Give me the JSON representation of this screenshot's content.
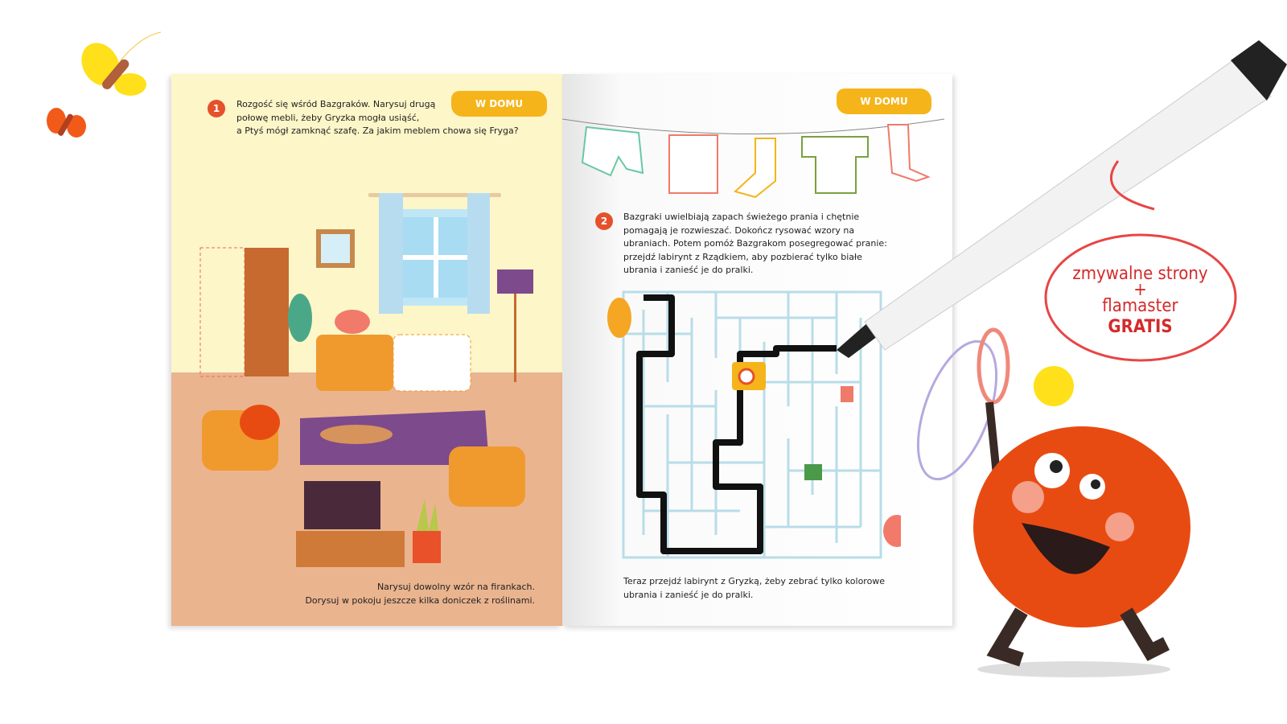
{
  "left_page": {
    "badge": "W DOMU",
    "task_number": "1",
    "task_text_lines": [
      "Rozgość się wśród Bazgraków. Narysuj drugą",
      "połowę mebli, żeby Gryzka mogła usiąść,",
      "a Ptyś mógł zamknąć szafę. Za jakim meblem chowa się Fryga?"
    ],
    "footer_lines": [
      "Narysuj dowolny wzór na firankach.",
      "Dorysuj w pokoju jeszcze kilka doniczek z roślinami."
    ]
  },
  "right_page": {
    "badge": "W DOMU",
    "task_number": "2",
    "task_text_lines": [
      "Bazgraki uwielbiają zapach świeżego prania i chętnie",
      "pomagają je rozwieszać. Dokończ rysować wzory na",
      "ubraniach. Potem pomóż Bazgrakom posegregować pranie:",
      "przejdź labirynt z Rządkiem, aby pozbierać tylko białe",
      "ubrania i zanieść je do pralki."
    ],
    "footer_lines": [
      "Teraz przejdź labirynt z Gryzką, żeby zebrać tylko kolorowe",
      "ubrania i zanieść je do pralki."
    ]
  },
  "promo": {
    "line1": "zmywalne strony",
    "plus": "+",
    "line2": "flamaster",
    "line3": "GRATIS"
  },
  "colors": {
    "accent": "#f5b419",
    "number": "#e5512a",
    "promo": "#d42a2a",
    "monster": "#e84b12"
  }
}
